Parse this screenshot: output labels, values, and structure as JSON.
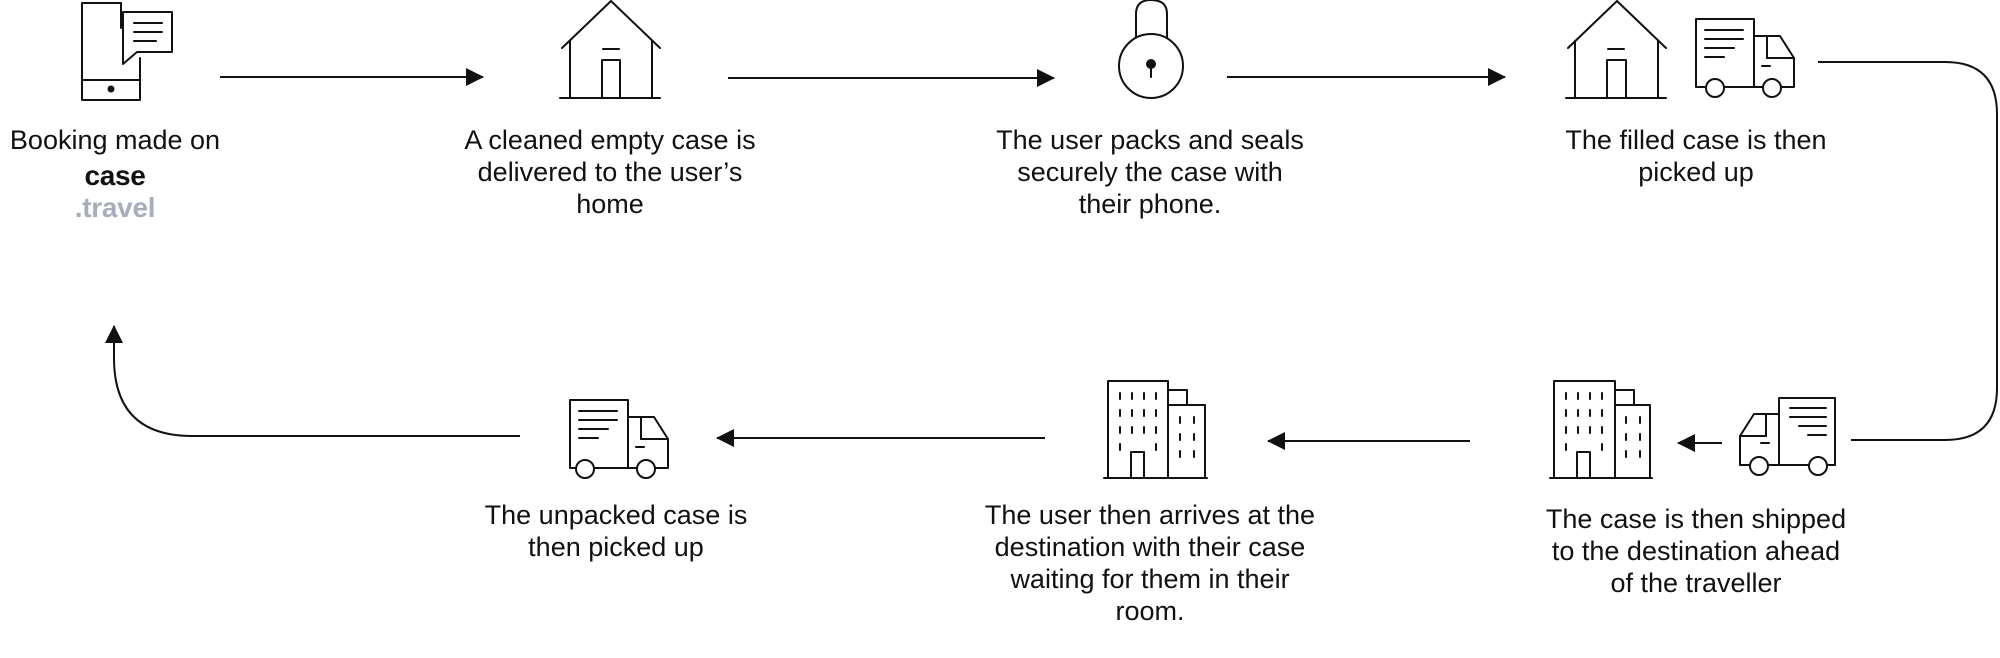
{
  "steps": [
    {
      "id": "booking",
      "icon": "phone-chat-icon",
      "lines": [
        "Booking made on"
      ],
      "brand": {
        "prefix": "case",
        "suffix": ".travel"
      }
    },
    {
      "id": "delivery",
      "icon": "house-icon",
      "lines": [
        "A cleaned empty case is",
        "delivered to the user’s",
        "home"
      ]
    },
    {
      "id": "packing",
      "icon": "padlock-icon",
      "lines": [
        "The user packs and seals",
        "securely the case with",
        "their phone."
      ]
    },
    {
      "id": "pickup",
      "icon": "house-truck-icon",
      "lines": [
        "The filled case is then",
        "picked up"
      ]
    },
    {
      "id": "shipping",
      "icon": "building-truck-icon",
      "lines": [
        "The case is then shipped",
        "to the destination ahead",
        "of the traveller"
      ]
    },
    {
      "id": "arrival",
      "icon": "building-icon",
      "lines": [
        "The user then arrives at the",
        "destination with their case",
        "waiting for them in their",
        "room."
      ]
    },
    {
      "id": "return-pickup",
      "icon": "truck-icon",
      "lines": [
        "The unpacked case is",
        "then picked up"
      ]
    }
  ],
  "colors": {
    "stroke": "#111111",
    "brand_light": "#a7adbb"
  }
}
